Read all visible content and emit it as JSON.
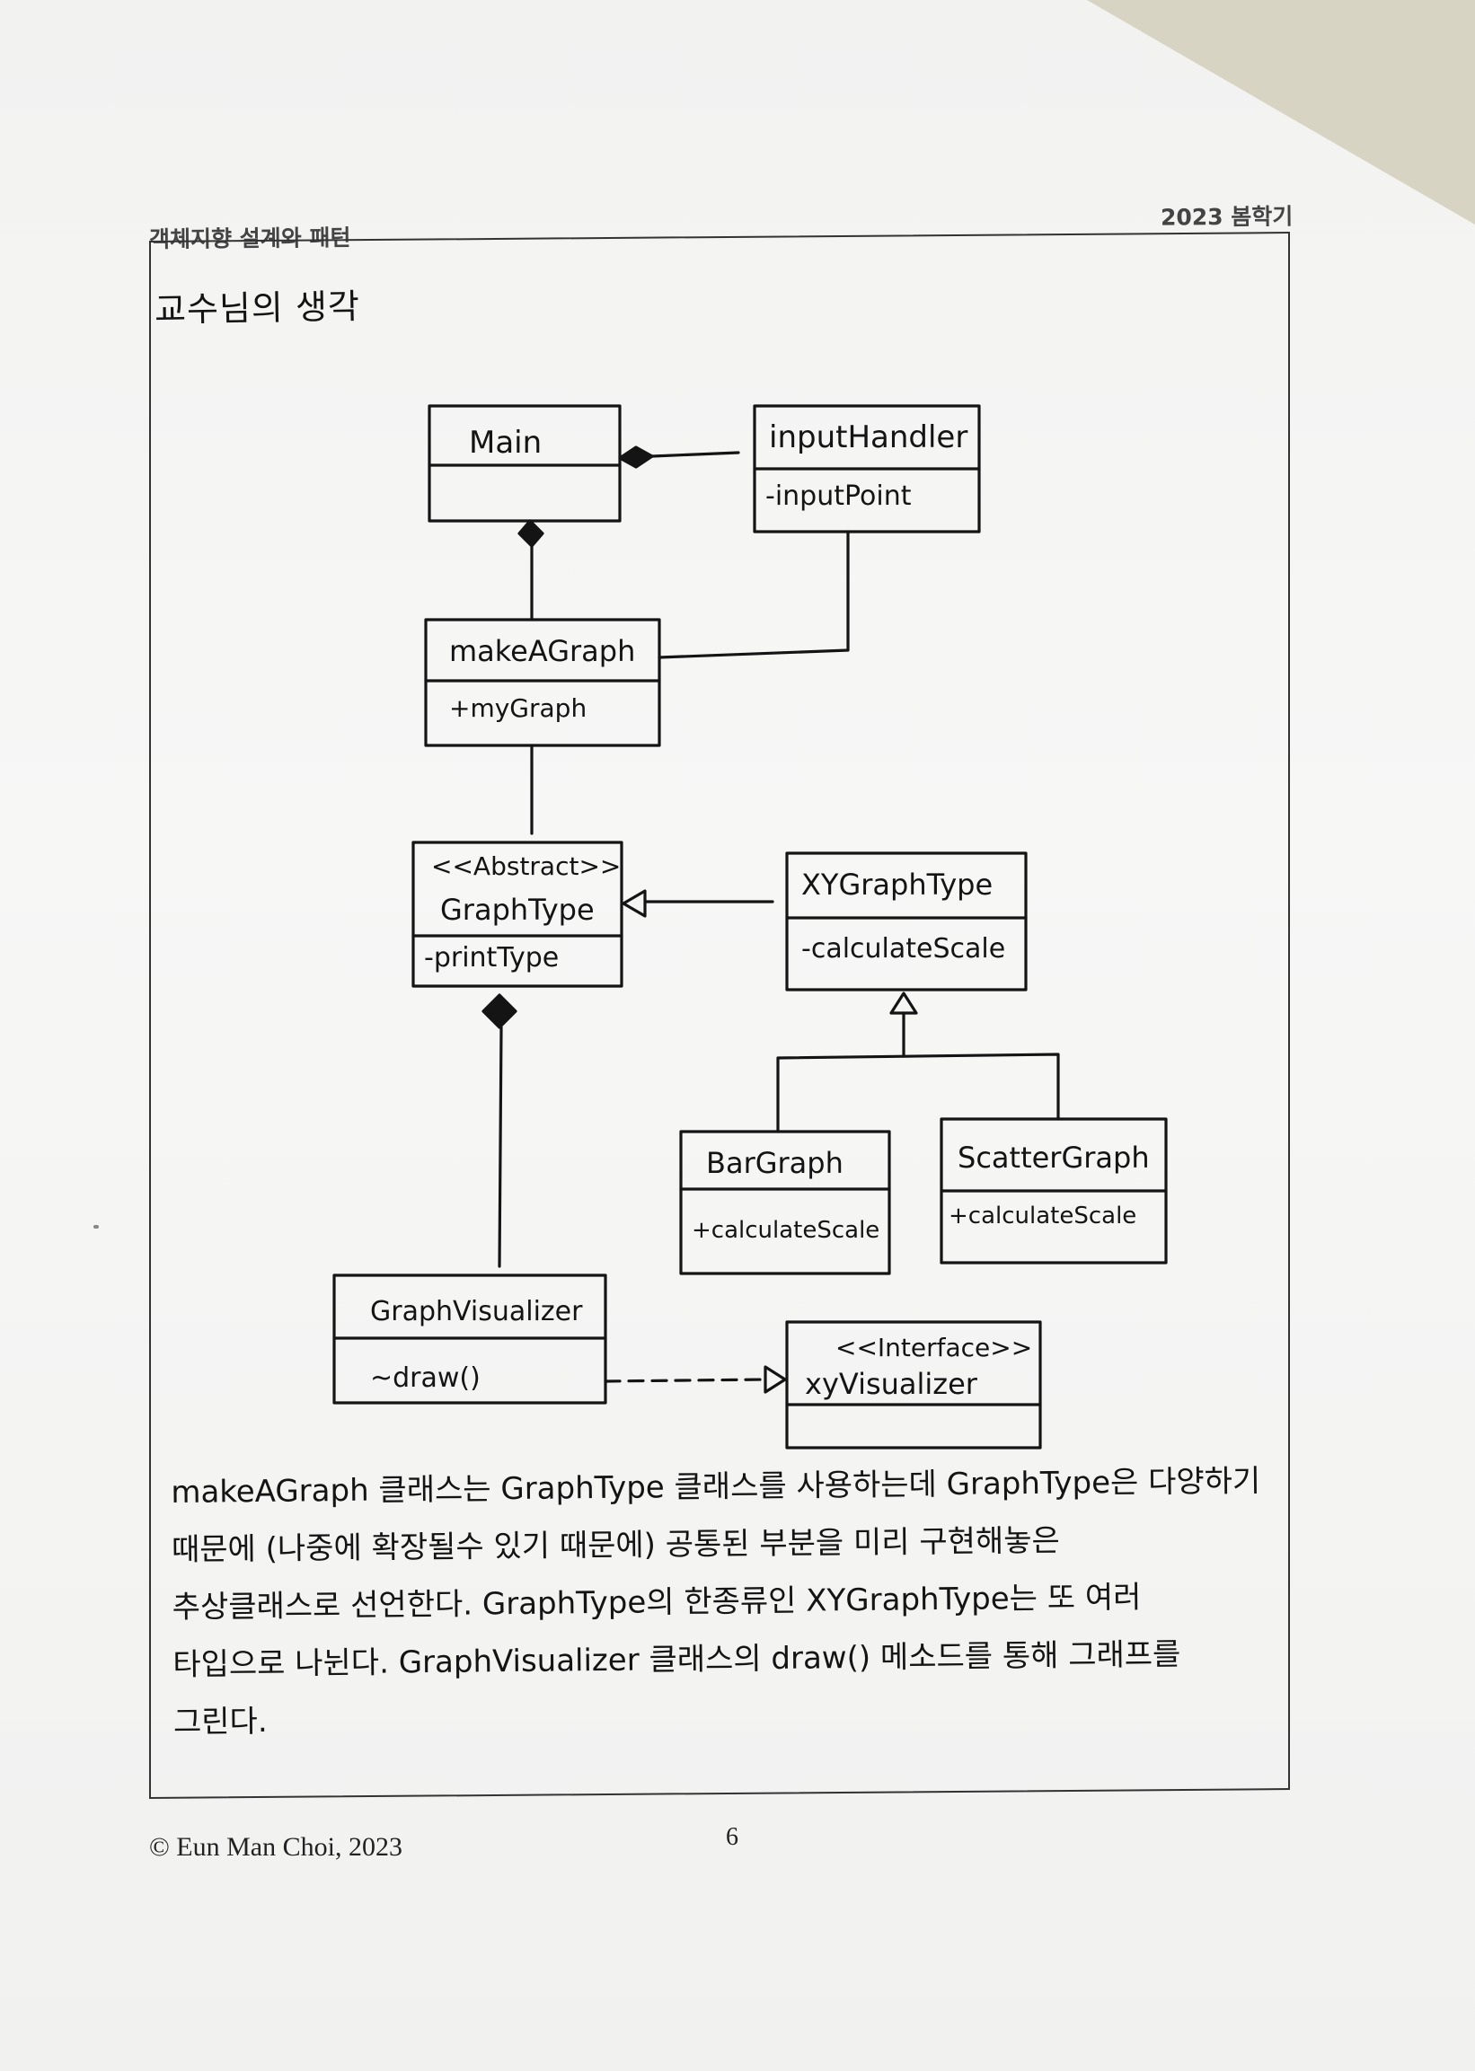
{
  "header": {
    "course_title": "객체지향 설계와 패턴",
    "semester": "2023 봄학기"
  },
  "box_heading": "교수님의 생각",
  "diagram": {
    "classes": {
      "main": {
        "name": "Main",
        "attributes": []
      },
      "input_handler": {
        "name": "inputHandler",
        "attributes": [
          "-inputPoint"
        ]
      },
      "make_a_graph": {
        "name": "makeAGraph",
        "attributes": [
          "+myGraph"
        ]
      },
      "graph_type": {
        "stereotype": "<<Abstract>>",
        "name": "GraphType",
        "attributes": [
          "-printType"
        ]
      },
      "xy_graph_type": {
        "name": "XYGraphType",
        "attributes": [
          "-calculateScale"
        ]
      },
      "bar_graph": {
        "name": "BarGraph",
        "attributes": [
          "+calculateScale"
        ]
      },
      "scatter_graph": {
        "name": "ScatterGraph",
        "attributes": [
          "+calculateScale"
        ]
      },
      "graph_visualizer": {
        "name": "GraphVisualizer",
        "attributes": [
          "~draw()"
        ]
      },
      "xy_visualizer": {
        "stereotype": "<<Interface>>",
        "name": "xyVisualizer",
        "attributes": []
      }
    }
  },
  "explanation": {
    "lines": [
      "makeAGraph 클래스는  GraphType 클래스를  사용하는데  GraphType은  다양하기",
      "때문에 (나중에 확장될수 있기 때문에) 공통된 부분을 미리 구현해놓은",
      "추상클래스로  선언한다. GraphType의 한종류인  XYGraphType는 또 여러",
      "타입으로 나뉜다.  GraphVisualizer 클래스의  draw() 메소드를 통해  그래프를",
      "그린다."
    ]
  },
  "footer": {
    "copyright": "© Eun Man Choi, 2023",
    "page_number": "6"
  }
}
